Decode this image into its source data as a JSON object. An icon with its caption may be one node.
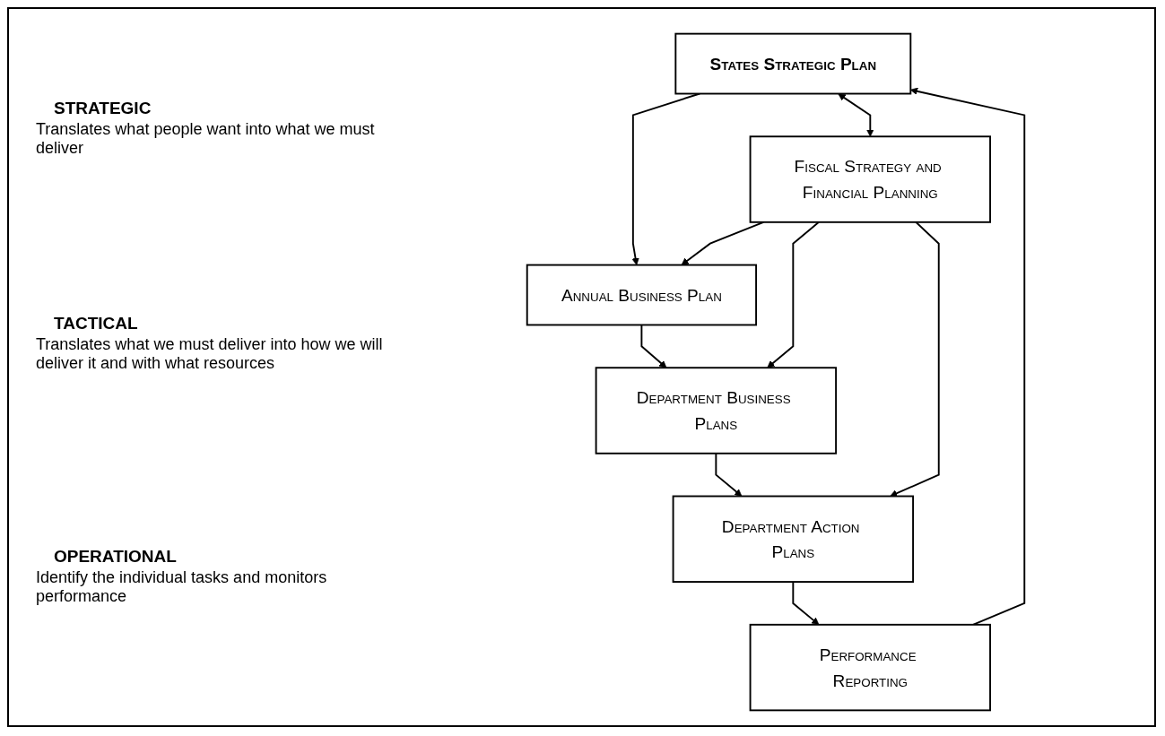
{
  "diagram": {
    "nodes": [
      {
        "text": [
          "States Strategic Plan"
        ]
      },
      {
        "text": [
          "Fiscal Strategy and Financial Planning"
        ]
      },
      {
        "text": [
          "Annual Business Plan"
        ]
      },
      {
        "text": [
          "Department Business Plans"
        ]
      },
      {
        "text": [
          "Department Action Plans"
        ]
      },
      {
        "text": [
          "Performance Reporting"
        ]
      }
    ],
    "edges": [
      {
        "from": 0,
        "to": 1,
        "arrow": "both"
      },
      {
        "from": 0,
        "to": 2,
        "arrow": "to"
      },
      {
        "from": 1,
        "to": 2,
        "arrow": "to"
      },
      {
        "from": 2,
        "to": 3,
        "arrow": "to"
      },
      {
        "from": 1,
        "to": 3,
        "arrow": "to"
      },
      {
        "from": 3,
        "to": 4,
        "arrow": "to"
      },
      {
        "from": 1,
        "to": 4,
        "arrow": "to"
      },
      {
        "from": 4,
        "to": 5,
        "arrow": "to"
      },
      {
        "from": 5,
        "to": 0,
        "arrow": "to"
      }
    ],
    "labels": [
      "STRATEGIC",
      "Translates what people want into what we must deliver",
      "TACTICAL",
      "Translates what we must deliver into how we will deliver it and with what resources",
      "OPERATIONAL",
      "Identify the individual tasks and monitors performance"
    ]
  }
}
